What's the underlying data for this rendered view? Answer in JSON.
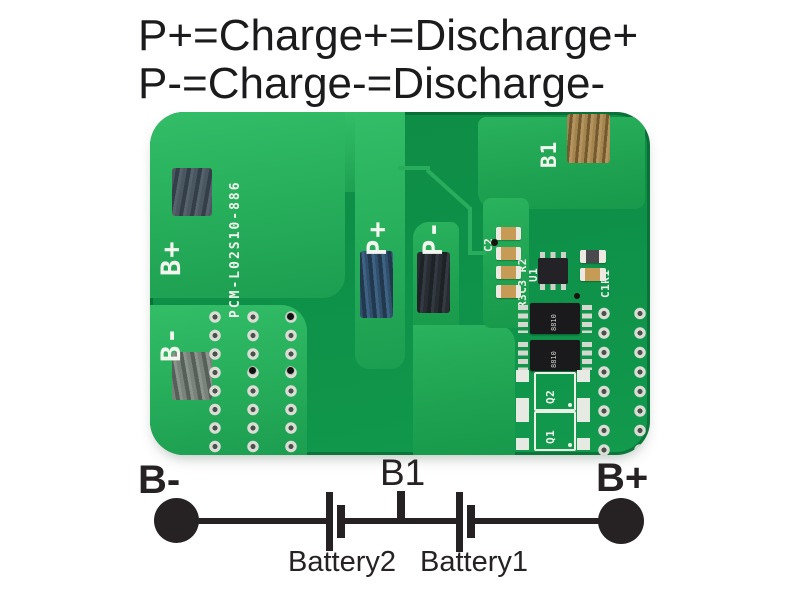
{
  "header": {
    "line1": "P+=Charge+=Discharge+",
    "line2": "P-=Charge-=Discharge-"
  },
  "pcb": {
    "model_number": "PCM-L02S10-886",
    "pad_labels": {
      "b_plus": "B+",
      "b_minus": "B-",
      "p_plus": "P+",
      "p_minus": "P-",
      "b1": "B1"
    },
    "silkscreen": {
      "c2": "C2",
      "r3c3_r2": "R3C3 R2",
      "u1": "U1",
      "c1r1": "C1R1",
      "q2": "Q2",
      "q1": "Q1"
    },
    "chip_marking": "8810",
    "colors": {
      "board_light": "#28b05c",
      "board_base": "#0e9048",
      "silkscreen_white": "#f2f6ee",
      "pad_b_plus": "#3e4a54",
      "pad_b_minus": "#6b756f",
      "pad_p_plus": "#2e4965",
      "pad_p_minus": "#24292e",
      "pad_b1": "#9c7b4a"
    }
  },
  "schematic": {
    "b_minus_label": "B-",
    "b1_label": "B1",
    "b_plus_label": "B+",
    "battery2_label": "Battery2",
    "battery1_label": "Battery1",
    "line_color": "#262223"
  }
}
